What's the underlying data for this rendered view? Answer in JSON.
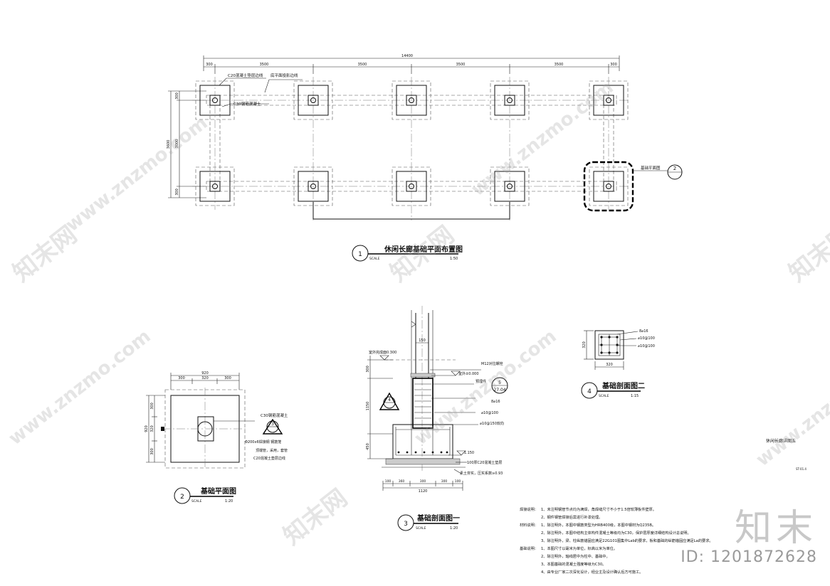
{
  "plan": {
    "total_dim": "14400",
    "top_dims": [
      "300",
      "3500",
      "3500",
      "3500",
      "3500",
      "300"
    ],
    "left_outer_dim": "3600",
    "left_inner_dims": [
      "300",
      "3000",
      "300"
    ],
    "labels": {
      "c20": "C20混凝土垫层边线",
      "base": "底平面投影边线",
      "c30": "C30钢筋混凝土",
      "ref": "基础平面图"
    },
    "ref_number": "2",
    "title": "休闲长廊基础平面布置图",
    "number": "1",
    "scale_label": "SCALE",
    "scale": "1:50"
  },
  "plan2": {
    "top_total": "920",
    "top_dims": [
      "300",
      "320",
      "300"
    ],
    "left_total": "920",
    "left_dims": [
      "300",
      "320",
      "300"
    ],
    "labels": [
      "C30钢筋混凝土",
      "Φ200x6焊接钢 钢筋笼",
      "顶端管，采用，套管",
      "C20混凝土垫层边线"
    ],
    "ref_number": "3",
    "title": "基础平面图",
    "number": "2",
    "scale_label": "SCALE",
    "scale": "1:20"
  },
  "section": {
    "labels": {
      "top_elev": "室外完成面0.300",
      "bolt": "M12对拉螺栓",
      "zero": "室外±0.000",
      "embed": "预埋件",
      "bar1": "8⌀16",
      "stir1": "⌀10@100",
      "stir2": "⌀10@150双向",
      "elev": "-1.150",
      "cushion": "100厚C20混凝土垫层",
      "soil": "素土夯实，压实系数≥0.93"
    },
    "detail_ref": "5",
    "detail_sheet": "27.04",
    "cut_ref": "4",
    "left_dims": [
      "300",
      "1150",
      "450"
    ],
    "bottom_dims": [
      "100",
      "360",
      "300",
      "300",
      "100"
    ],
    "bottom_total": "1120",
    "top_dim": "150",
    "title": "基础剖面图一",
    "number": "3",
    "scale_label": "SCALE",
    "scale": "1:20"
  },
  "section2": {
    "bar": "8⌀16",
    "stir1": "⌀10@100",
    "stir2": "⌀10@100",
    "dim_left": "320",
    "dim_bottom": "320",
    "title": "基础剖面图二",
    "number": "4",
    "scale_label": "SCALE",
    "scale": "1:15"
  },
  "side_note": "休闲长廊详图五",
  "sheet_code": "ST-01.4",
  "notes": {
    "weld_head": "焊接说明：",
    "weld": [
      "1、未注明钢管节点均为满焊，角焊缝尺寸不小于1.5倍较薄板件壁厚。",
      "2、钢件钢管焊接后需进行补漆处理。"
    ],
    "mat_head": "材料说明：",
    "mat": [
      "1、除注明外，本图中钢筋类型为HRB400级，本图中钢材为Q235B。",
      "2、除注明外，本图中结构主体构件混凝土等级均为C30，保护层厚度详细结构设计总说明。",
      "3、除注明外，梁、柱纵筋锚固应满足22G101图集中Lab的要求，板和基础的纵筋锚固应满足La的要求。"
    ],
    "base_head": "基础说明：",
    "base": [
      "1、本图尺寸以毫米为单位，标高以米为单位。",
      "2、除注明外，轴线居中为柱中、基础中。",
      "3、本图基础的混凝土强度等级为C30。",
      "4、由专业厂家二次深化设计，经业主及设计确认后方可施工。"
    ]
  },
  "watermark": {
    "site": "www.znzmo.com",
    "logo": "知末网"
  },
  "brand": {
    "logo": "知末",
    "id": "ID: 1201872628"
  }
}
